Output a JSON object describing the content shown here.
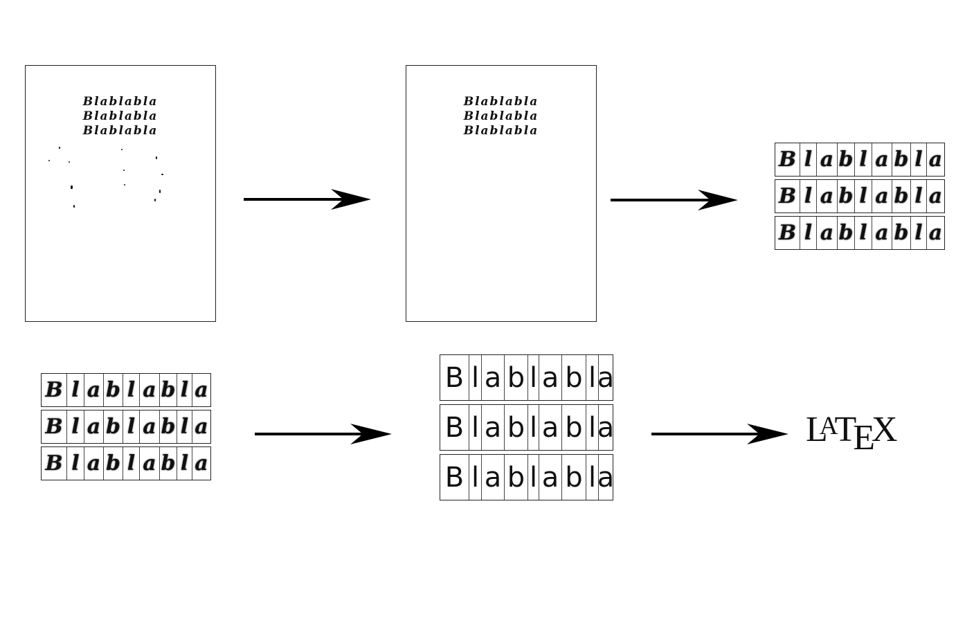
{
  "pages": [
    {
      "lines": [
        "Blablabla",
        "Blablabla",
        "Blablabla"
      ]
    },
    {
      "lines": [
        "Blablabla",
        "Blablabla",
        "Blablabla"
      ]
    }
  ],
  "segmented_handwritten": {
    "glyphs": [
      "B",
      "l",
      "a",
      "b",
      "l",
      "a",
      "b",
      "l",
      "a"
    ],
    "row_count": 3
  },
  "segmented_handwritten_copy": {
    "glyphs": [
      "B",
      "l",
      "a",
      "b",
      "l",
      "a",
      "b",
      "l",
      "a"
    ],
    "row_count": 3
  },
  "recognized_typed": {
    "glyphs": [
      "B",
      "l",
      "a",
      "b",
      "l",
      "a",
      "b",
      "l",
      "a"
    ],
    "row_count": 3
  },
  "output_logo": {
    "letters": [
      "L",
      "A",
      "T",
      "E",
      "X"
    ]
  }
}
